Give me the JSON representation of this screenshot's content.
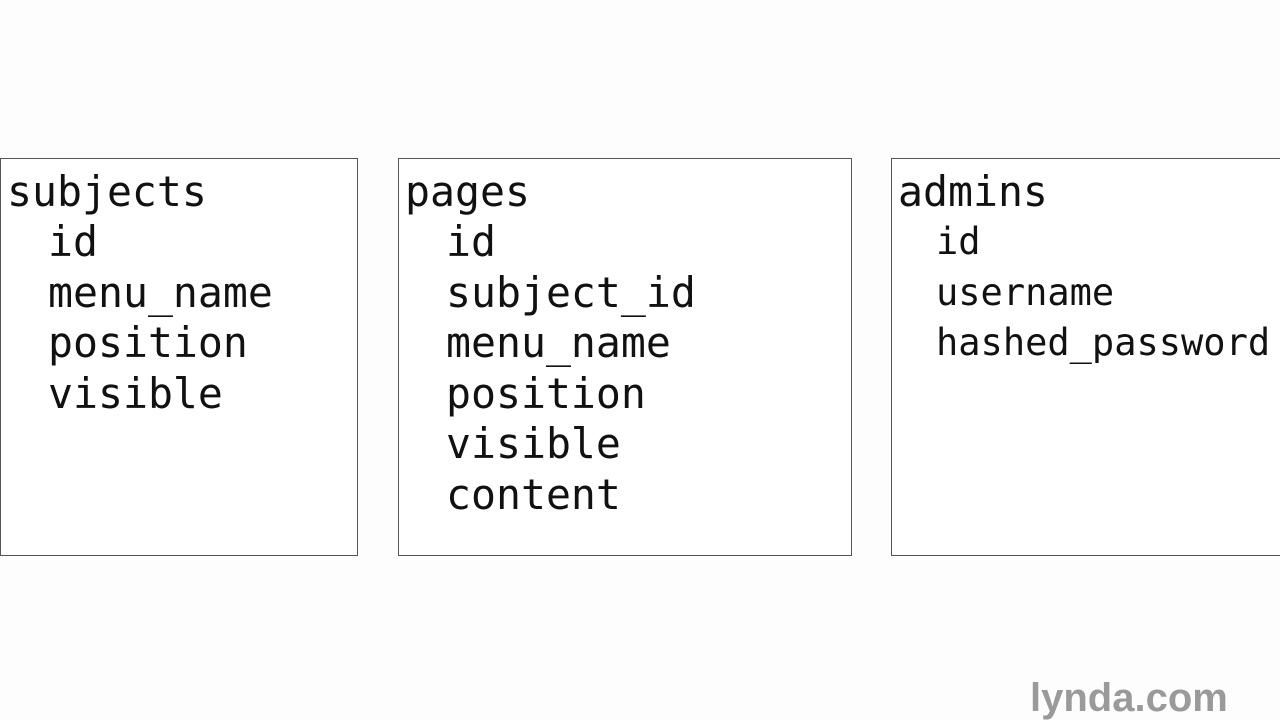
{
  "tables": [
    {
      "name": "subjects",
      "fields": [
        "id",
        "menu_name",
        "position",
        "visible"
      ]
    },
    {
      "name": "pages",
      "fields": [
        "id",
        "subject_id",
        "menu_name",
        "position",
        "visible",
        "content"
      ]
    },
    {
      "name": "admins",
      "fields": [
        "id",
        "username",
        "hashed_password"
      ]
    }
  ],
  "watermark": "lynda.com"
}
